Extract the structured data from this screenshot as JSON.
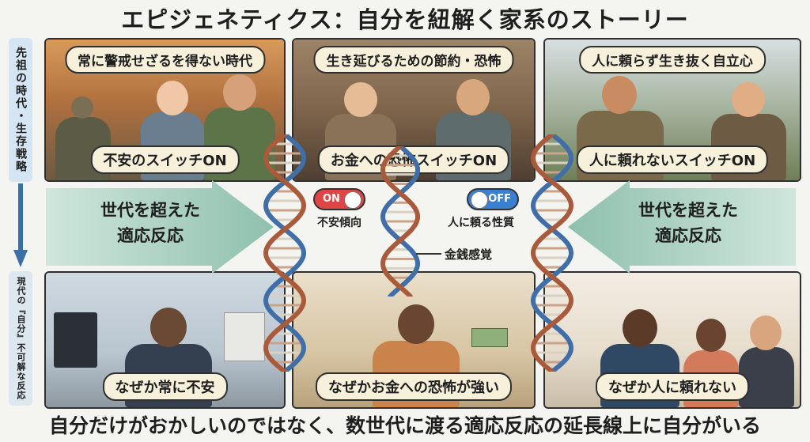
{
  "title": "エピジェネティクス：自分を紐解く家系のストーリー",
  "footer": "自分だけがおかしいのではなく、数世代に渡る適応反応の延長線上に自分がいる",
  "sidebar": {
    "ancestors": "先祖の時代・生存戦略",
    "modern": "現代の『自分』不可解な反応"
  },
  "panels": {
    "ancestors": [
      {
        "caption": "常に警戒せざるを得ない時代",
        "switch": "不安のスイッチON"
      },
      {
        "caption": "生き延びるための節約・恐怖",
        "switch": "お金への恐怖スイッチON"
      },
      {
        "caption": "人に頼らず生き抜く自立心",
        "switch": "人に頼れないスイッチON"
      }
    ],
    "modern": [
      {
        "caption": "なぜか常に不安"
      },
      {
        "caption": "なぜかお金への恐怖が強い"
      },
      {
        "caption": "なぜか人に頼れない"
      }
    ]
  },
  "generation_label": {
    "line1": "世代を超えた",
    "line2": "適応反応"
  },
  "toggles": [
    {
      "state": "ON",
      "label": "不安傾向",
      "color": "#e04545"
    },
    {
      "state": "OFF",
      "label": "人に頼る性質",
      "color": "#3a7fd0"
    }
  ],
  "gene_label": "金銭感覚"
}
